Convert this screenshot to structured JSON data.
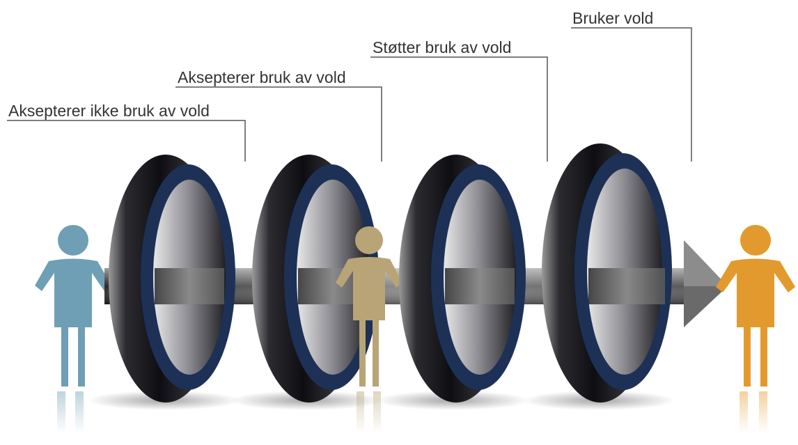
{
  "labels": [
    "Aksepterer ikke bruk av vold",
    "Aksepterer bruk av vold",
    "Støtter bruk av vold",
    "Bruker vold"
  ],
  "figures": [
    {
      "name": "person-blue",
      "color": "#6f9fb5"
    },
    {
      "name": "person-tan",
      "color": "#b8a476"
    },
    {
      "name": "person-orange",
      "color": "#e29a2e"
    }
  ],
  "colors": {
    "ring_dark": "#1c1c22",
    "ring_rim": "#1d3157",
    "leader_line": "#555555"
  }
}
